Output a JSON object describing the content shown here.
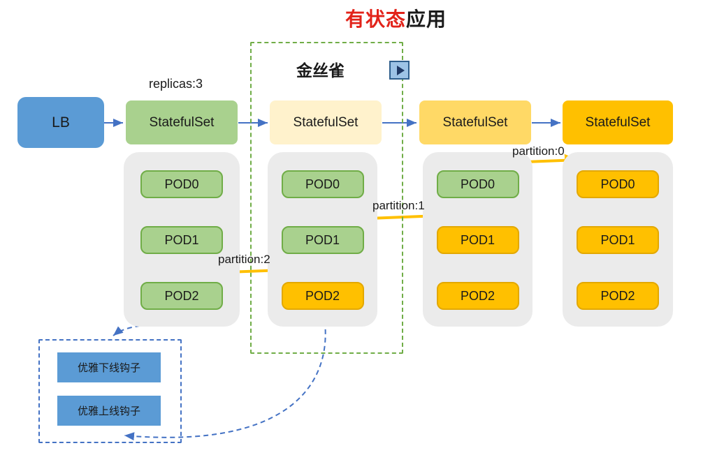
{
  "title": {
    "highlight": "有状态",
    "rest": "应用"
  },
  "canary_label": "金丝雀",
  "replicas_label": "replicas:3",
  "lb_label": "LB",
  "columns": [
    {
      "statefulset_label": "StatefulSet",
      "fill": "green",
      "pods": [
        {
          "label": "POD0",
          "state": "green"
        },
        {
          "label": "POD1",
          "state": "green"
        },
        {
          "label": "POD2",
          "state": "green"
        }
      ]
    },
    {
      "statefulset_label": "StatefulSet",
      "fill": "cream",
      "pods": [
        {
          "label": "POD0",
          "state": "green"
        },
        {
          "label": "POD1",
          "state": "green"
        },
        {
          "label": "POD2",
          "state": "orange"
        }
      ]
    },
    {
      "statefulset_label": "StatefulSet",
      "fill": "gold",
      "pods": [
        {
          "label": "POD0",
          "state": "green"
        },
        {
          "label": "POD1",
          "state": "orange"
        },
        {
          "label": "POD2",
          "state": "orange"
        }
      ]
    },
    {
      "statefulset_label": "StatefulSet",
      "fill": "amber",
      "pods": [
        {
          "label": "POD0",
          "state": "orange"
        },
        {
          "label": "POD1",
          "state": "orange"
        },
        {
          "label": "POD2",
          "state": "orange"
        }
      ]
    }
  ],
  "partitions": {
    "p2": "partition:2",
    "p1": "partition:1",
    "p0": "partition:0"
  },
  "hooks": [
    {
      "label": "优雅下线钩子"
    },
    {
      "label": "优雅上线钩子"
    }
  ],
  "colors": {
    "title_red": "#e2231a",
    "lb_blue": "#5B9BD5",
    "pod_green": "#A9D18E",
    "green_border": "#70AD47",
    "ss_cream": "#FFF2CC",
    "ss_gold": "#FFD966",
    "pod_amber": "#FFC000",
    "container_gray": "#EBEBEB",
    "connector_blue": "#4472C4",
    "partition_gold": "#FFC000",
    "canary_border_green": "#70AD47",
    "hook_blue": "#5B9BD5"
  }
}
